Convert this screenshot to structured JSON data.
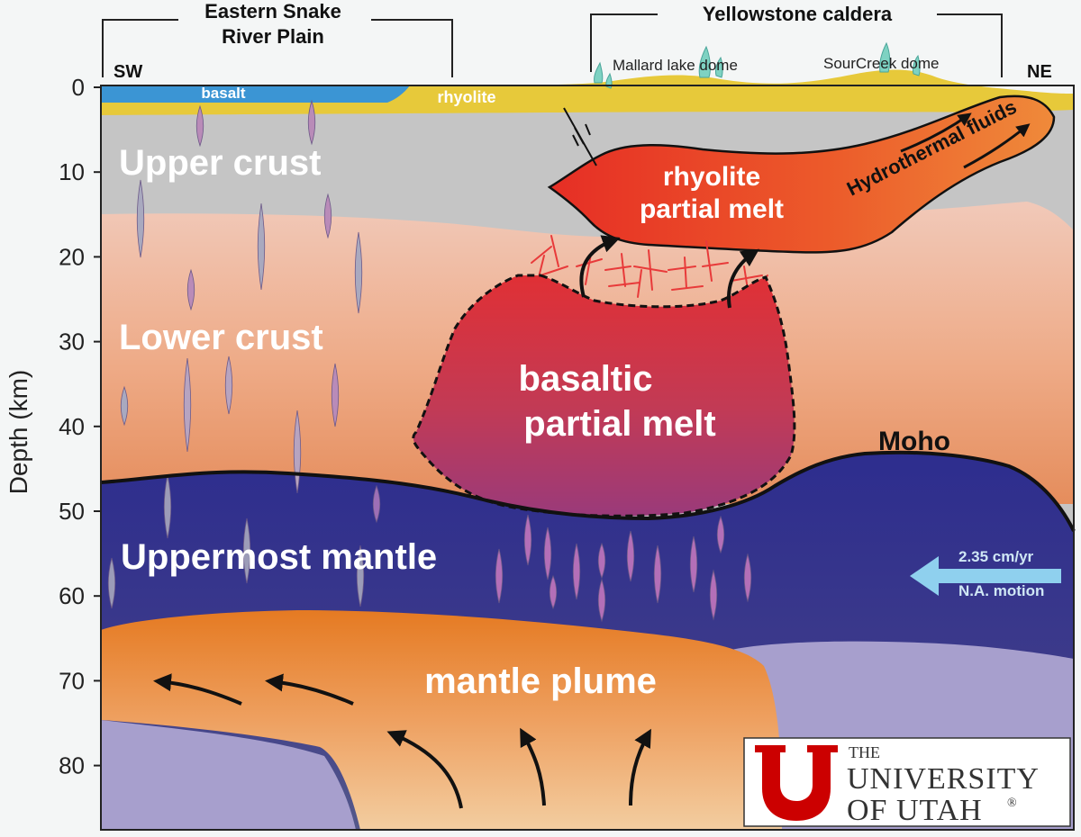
{
  "regions": {
    "eastern_snake_line1": "Eastern Snake",
    "eastern_snake_line2": "River Plain",
    "yellowstone": "Yellowstone caldera"
  },
  "directions": {
    "sw": "SW",
    "ne": "NE"
  },
  "surface": {
    "basalt": "basalt",
    "rhyolite": "rhyolite",
    "mallard": "Mallard lake dome",
    "sourcreek": "SourCreek dome"
  },
  "layers": {
    "upper_crust": "Upper crust",
    "lower_crust": "Lower crust",
    "uppermost_mantle": "Uppermost mantle",
    "mantle_plume": "mantle plume",
    "moho": "Moho"
  },
  "melts": {
    "rhyolite_line1": "rhyolite",
    "rhyolite_line2": "partial melt",
    "basaltic_line1": "basaltic",
    "basaltic_line2": "partial melt",
    "hydrothermal": "Hydrothermal fluids"
  },
  "motion": {
    "rate": "2.35 cm/yr",
    "label": "N.A. motion"
  },
  "axis": {
    "label": "Depth (km)",
    "ticks": [
      "0",
      "10",
      "20",
      "30",
      "40",
      "50",
      "60",
      "70",
      "80"
    ]
  },
  "logo": {
    "line1": "THE",
    "line2": "UNIVERSITY",
    "line3": "OF UTAH",
    "mark": "®"
  },
  "colors": {
    "upper_crust": "#c4c4c4",
    "lower_crust": "#eda77f",
    "mantle": "#3b3a8c",
    "plume": "#e98a2e",
    "rhyolite_melt": "#e8442a",
    "basaltic_melt": "#c93a4a",
    "utah_red": "#cc0000"
  }
}
